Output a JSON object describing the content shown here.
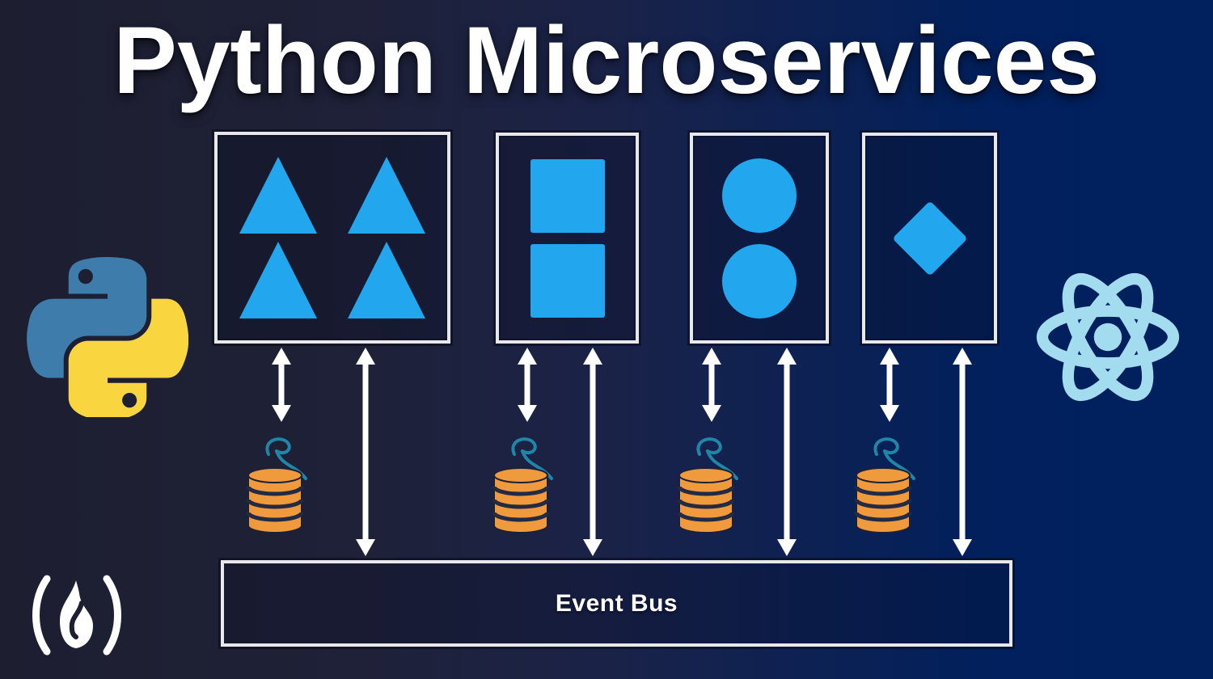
{
  "title": "Python Microservices",
  "event_bus": {
    "label": "Event Bus"
  },
  "services": [
    {
      "id": "triangle-service",
      "shape": "triangle",
      "count": 4
    },
    {
      "id": "square-service",
      "shape": "square",
      "count": 2
    },
    {
      "id": "circle-service",
      "shape": "circle",
      "count": 2
    },
    {
      "id": "diamond-service",
      "shape": "diamond",
      "count": 1
    }
  ],
  "databases": {
    "count": 4,
    "icon": "database-icon"
  },
  "arrows": {
    "short_count": 4,
    "long_count": 4,
    "icon": "double-arrow-icon"
  },
  "logos": {
    "left": "python-logo",
    "right": "react-logo",
    "bottom_left": "freecodecamp-flame-logo"
  },
  "colors": {
    "background_left": "#1d1e30",
    "background_right": "#00205e",
    "shape_blue": "#22a7ee",
    "box_border": "#e8e8ea",
    "database_orange": "#f09a3e",
    "database_stripe": "#232a44",
    "swoosh_teal": "#1f86a8",
    "arrow_white": "#ffffff",
    "python_blue": "#3e7cac",
    "python_yellow": "#f9d53f",
    "react_blue": "#a4dcef",
    "title_white": "#ffffff"
  }
}
